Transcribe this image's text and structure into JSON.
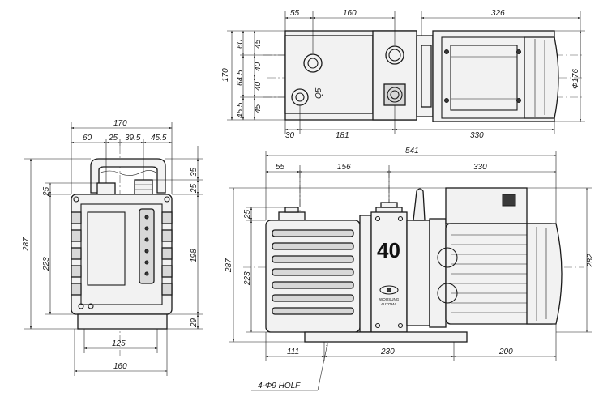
{
  "top_view": {
    "dim_55": "55",
    "dim_160": "160",
    "dim_326": "326",
    "dim_170": "170",
    "dim_60": "60",
    "dim_45a": "45",
    "dim_40a": "40",
    "dim_64_5": "64.5",
    "dim_40b": "40",
    "dim_45_5": "45.5",
    "dim_45b": "45",
    "dim_q5": "Q5",
    "dim_30": "30",
    "dim_181": "181",
    "dim_330": "330",
    "dim_phi176": "Φ176"
  },
  "side_view": {
    "dim_170": "170",
    "dim_60": "60",
    "dim_25": "25",
    "dim_39_5": "39.5",
    "dim_45_5": "45.5",
    "dim_35": "35",
    "dim_25_left": "25",
    "dim_25_right": "25",
    "dim_287": "287",
    "dim_223": "223",
    "dim_198": "198",
    "dim_29": "29",
    "dim_125": "125",
    "dim_160": "160"
  },
  "front_view": {
    "dim_541": "541",
    "dim_55": "55",
    "dim_156": "156",
    "dim_330": "330",
    "dim_25": "25",
    "dim_287": "287",
    "dim_223": "223",
    "dim_282": "282",
    "dim_111": "111",
    "dim_230": "230",
    "dim_200": "200",
    "model_number": "40",
    "brand_line1": "WOOSUNG",
    "brand_line2": "AUTOMA",
    "hole_note": "4-Φ9 HOLF"
  }
}
